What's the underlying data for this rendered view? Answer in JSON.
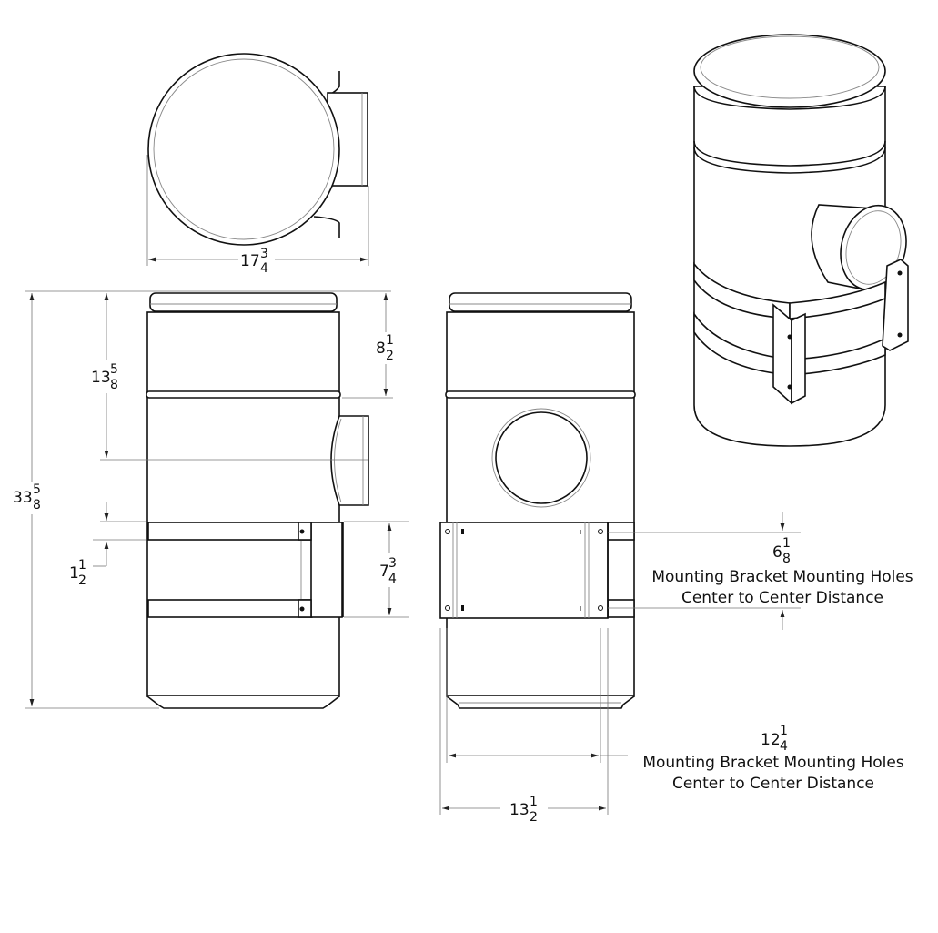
{
  "dimensions": {
    "top_width": {
      "whole": "17",
      "num": "3",
      "den": "4"
    },
    "overall_height": {
      "whole": "33",
      "num": "5",
      "den": "8"
    },
    "outlet_center_height": {
      "whole": "13",
      "num": "5",
      "den": "8"
    },
    "strap_width": {
      "whole": "1",
      "num": "1",
      "den": "2"
    },
    "band_height": {
      "whole": "8",
      "num": "1",
      "den": "2"
    },
    "bracket_height": {
      "whole": "7",
      "num": "3",
      "den": "4"
    },
    "hole_vertical": {
      "whole": "6",
      "num": "1",
      "den": "8",
      "note_line1": "Mounting Bracket Mounting Holes",
      "note_line2": "Center to Center Distance"
    },
    "hole_horizontal": {
      "whole": "12",
      "num": "1",
      "den": "4",
      "note_line1": "Mounting Bracket Mounting Holes",
      "note_line2": "Center to Center Distance"
    },
    "bracket_width": {
      "whole": "13",
      "num": "1",
      "den": "2"
    }
  }
}
